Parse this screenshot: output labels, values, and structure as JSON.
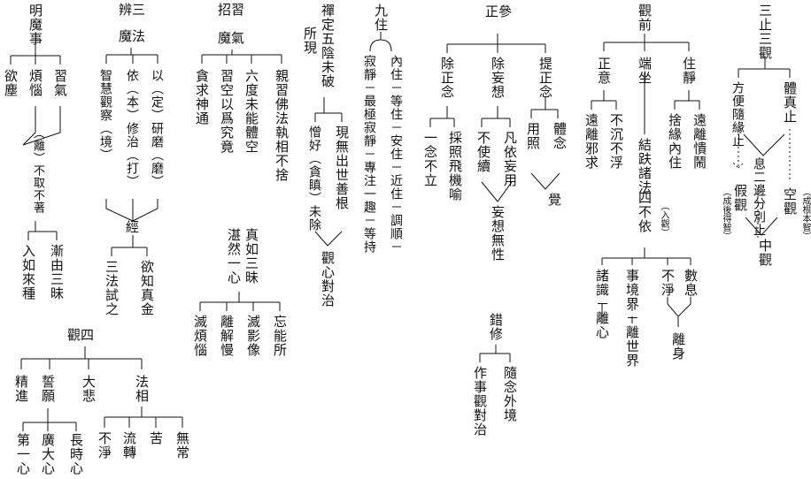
{
  "trees": {
    "mingmoshi": {
      "root": "明魔事",
      "children": [
        "欲塵",
        "煩惱",
        "習氣"
      ],
      "link": "（離）不取不著",
      "branches": [
        "入如來種",
        "漸由三昧"
      ]
    },
    "bian_san": {
      "root": "辨三",
      "sub": "魔法",
      "children": [
        "智慧觀察（境）",
        "依（本）修治（打）",
        "以（定）研磨（磨）"
      ],
      "merge": "經",
      "branches": [
        "三法試之",
        "欲知真金"
      ]
    },
    "zhaoxi": {
      "root": "招習",
      "sub": "魔氣",
      "children": [
        "貪求神通",
        "習空以爲究竟",
        "六度未能體空",
        "親習佛法執相不捨"
      ],
      "mid": [
        "真如三昧",
        "湛然一心"
      ],
      "branches": [
        "滅煩惱",
        "離解慢",
        "滅影像",
        "忘能所"
      ]
    },
    "chanding": {
      "root": "禪定五陰未破",
      "side": "所現",
      "children": [
        "憎好（貪瞋）未除",
        "現無出世善根"
      ],
      "result": "觀心對治"
    },
    "jiuzhu": {
      "root": "九住",
      "children": [
        "內住－等住－安住－近住－調順－",
        "寂靜－最極寂靜－專注一趣－等持"
      ]
    },
    "zhengcan": {
      "root": "正參",
      "children": [
        "除正念",
        "除妄想",
        "提正念"
      ],
      "c1": [
        "一念不立",
        "採照飛機喻"
      ],
      "c2": [
        "不使續",
        "凡依妄用"
      ],
      "c2_result": "妄想無性",
      "c3": [
        "用照",
        "體念"
      ],
      "c3_result": "覺",
      "cuo": {
        "root": "錯修",
        "branches": [
          "作事觀對治",
          "隨念外境"
        ]
      }
    },
    "guanqian": {
      "root": "觀前",
      "children": [
        "正意",
        "端坐",
        "住靜"
      ],
      "c1": [
        "遠離邪求",
        "不沉不浮"
      ],
      "c2": "結趺諸法",
      "c2_note": "（入觀）",
      "c3": [
        "捨緣內住",
        "遠離憒鬧"
      ],
      "sibuyi": {
        "root": "四不依",
        "branches": [
          "諸識－離心",
          "事境界－離世界",
          "不淨",
          "數息"
        ],
        "merge": "離身"
      }
    },
    "sanzhi": {
      "root": "三止三觀",
      "children": [
        "方便隨緣止",
        "體真止"
      ],
      "center": "息二邊分別止",
      "notes": [
        "（成後得智）",
        "（成根本智）"
      ],
      "views": [
        "假觀",
        "空觀"
      ],
      "result": "中觀"
    },
    "guansi": {
      "root": "觀四",
      "children": [
        "精進",
        "誓願",
        "大悲",
        "法相"
      ],
      "c2": [
        "第一心",
        "廣大心",
        "長時心"
      ],
      "c4": [
        "不淨",
        "流轉",
        "苦",
        "無常"
      ]
    }
  },
  "colors": {
    "ink": "#111111",
    "background": "#ffffff"
  }
}
